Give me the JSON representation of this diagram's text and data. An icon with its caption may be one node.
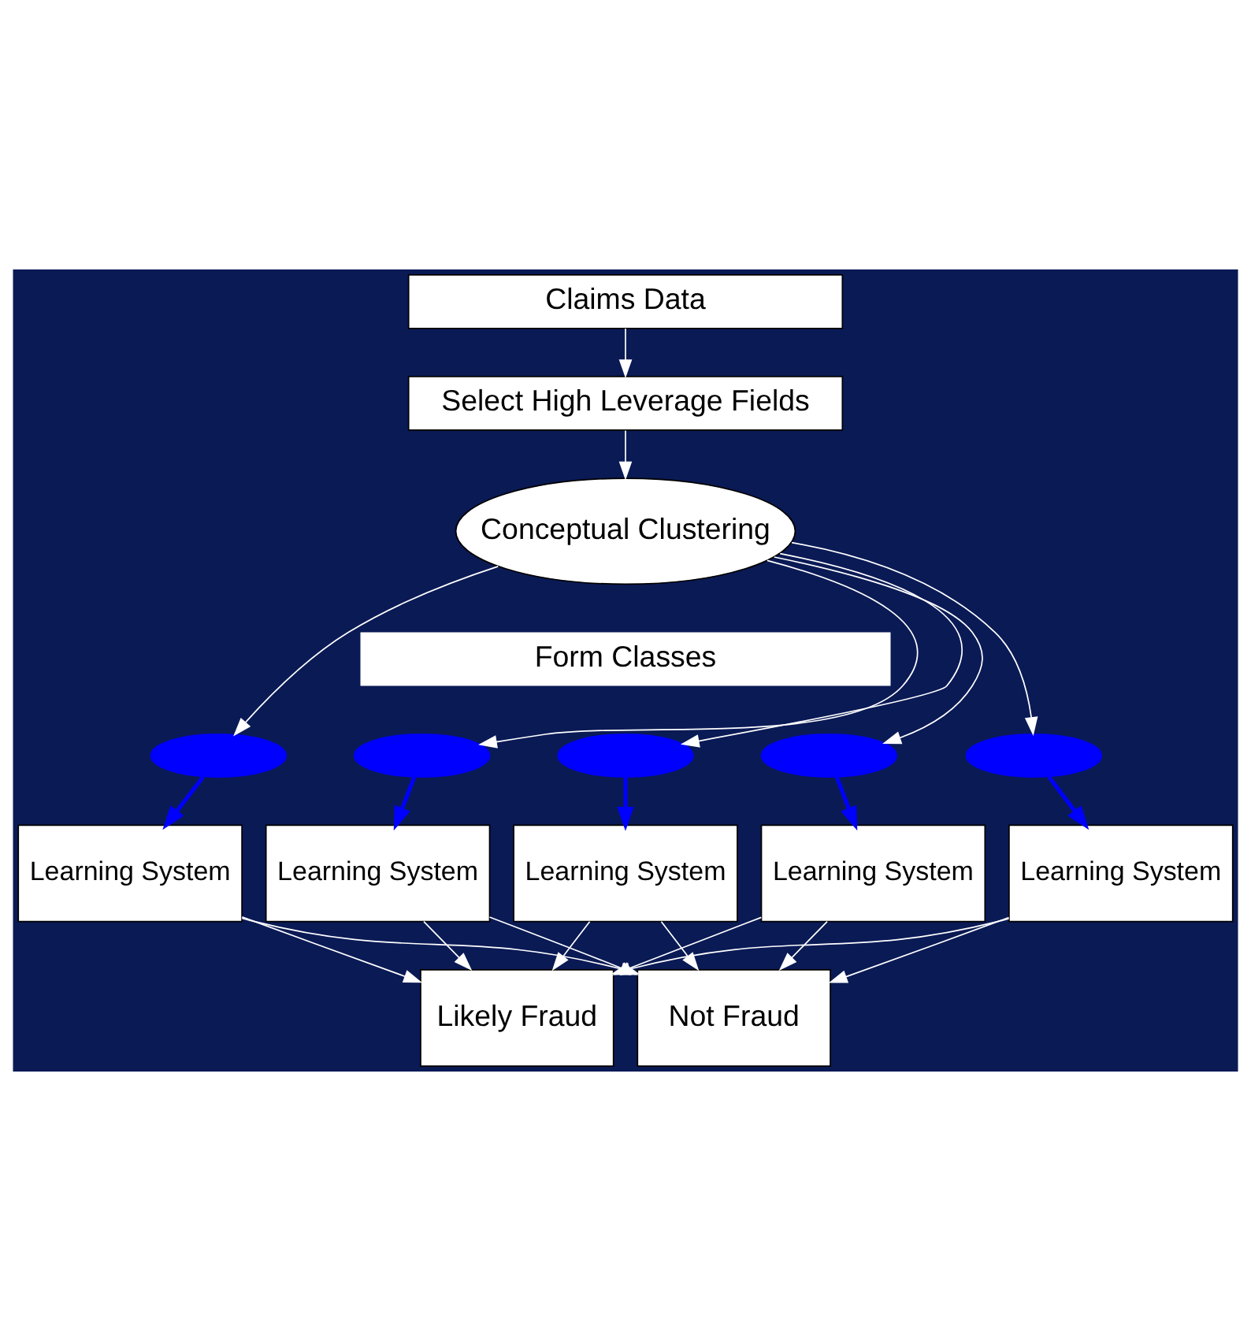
{
  "diagram": {
    "nodes": [
      {
        "text": [
          "Claims Data"
        ]
      },
      {
        "text": [
          "Select High Leverage Fields"
        ]
      },
      {
        "text": [
          "Conceptual Clustering"
        ]
      },
      {
        "text": [
          "Form Classes"
        ]
      },
      {
        "text": [],
        "shape": "ellipse"
      },
      {
        "text": [],
        "shape": "ellipse"
      },
      {
        "text": [],
        "shape": "ellipse"
      },
      {
        "text": [],
        "shape": "ellipse"
      },
      {
        "text": [],
        "shape": "ellipse"
      },
      {
        "text": [
          "Learning System"
        ]
      },
      {
        "text": [
          "Learning System"
        ]
      },
      {
        "text": [
          "Learning System"
        ]
      },
      {
        "text": [
          "Learning System"
        ]
      },
      {
        "text": [
          "Learning System"
        ]
      },
      {
        "text": [
          "Likely Fraud"
        ]
      },
      {
        "text": [
          "Not Fraud"
        ]
      }
    ],
    "edges": [
      {
        "from": 0,
        "to": 1,
        "arrow": "to"
      },
      {
        "from": 1,
        "to": 2,
        "arrow": "to"
      },
      {
        "from": 2,
        "to": 4,
        "arrow": "to"
      },
      {
        "from": 2,
        "to": 5,
        "arrow": "to"
      },
      {
        "from": 2,
        "to": 6,
        "arrow": "to"
      },
      {
        "from": 2,
        "to": 7,
        "arrow": "to"
      },
      {
        "from": 2,
        "to": 8,
        "arrow": "to"
      },
      {
        "from": 4,
        "to": 9,
        "arrow": "to",
        "style": "thick",
        "color": "#0000ff"
      },
      {
        "from": 5,
        "to": 10,
        "arrow": "to",
        "style": "thick",
        "color": "#0000ff"
      },
      {
        "from": 6,
        "to": 11,
        "arrow": "to",
        "style": "thick",
        "color": "#0000ff"
      },
      {
        "from": 7,
        "to": 12,
        "arrow": "to",
        "style": "thick",
        "color": "#0000ff"
      },
      {
        "from": 8,
        "to": 13,
        "arrow": "to",
        "style": "thick",
        "color": "#0000ff"
      },
      {
        "from": 9,
        "to": 14,
        "arrow": "to"
      },
      {
        "from": 9,
        "to": 15,
        "arrow": "to"
      },
      {
        "from": 10,
        "to": 14,
        "arrow": "to"
      },
      {
        "from": 10,
        "to": 15,
        "arrow": "to"
      },
      {
        "from": 11,
        "to": 14,
        "arrow": "to"
      },
      {
        "from": 11,
        "to": 15,
        "arrow": "to"
      },
      {
        "from": 12,
        "to": 14,
        "arrow": "to"
      },
      {
        "from": 12,
        "to": 15,
        "arrow": "to"
      },
      {
        "from": 13,
        "to": 14,
        "arrow": "to"
      },
      {
        "from": 13,
        "to": 15,
        "arrow": "to"
      }
    ]
  }
}
